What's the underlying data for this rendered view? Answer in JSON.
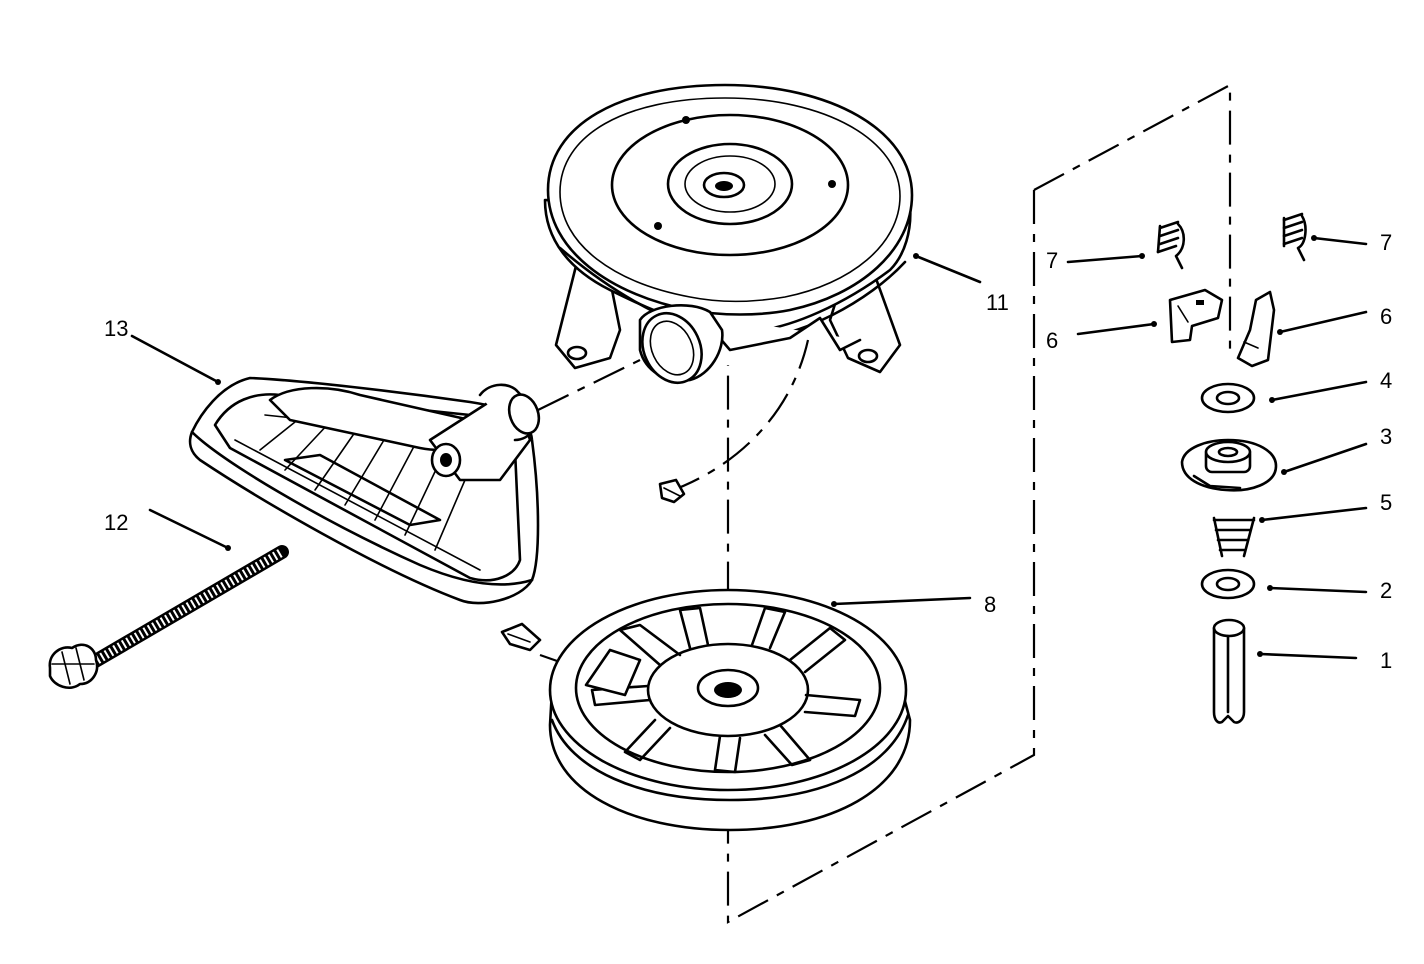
{
  "diagram": {
    "parts": [
      {
        "id": "part-1",
        "number": "1",
        "component": "pin"
      },
      {
        "id": "part-2",
        "number": "2",
        "component": "washer"
      },
      {
        "id": "part-3",
        "number": "3",
        "component": "retainer"
      },
      {
        "id": "part-4",
        "number": "4",
        "component": "washer"
      },
      {
        "id": "part-5",
        "number": "5",
        "component": "spring"
      },
      {
        "id": "part-6a",
        "number": "6",
        "component": "pawl"
      },
      {
        "id": "part-6b",
        "number": "6",
        "component": "pawl"
      },
      {
        "id": "part-7a",
        "number": "7",
        "component": "spring"
      },
      {
        "id": "part-7b",
        "number": "7",
        "component": "spring"
      },
      {
        "id": "part-8",
        "number": "8",
        "component": "pulley"
      },
      {
        "id": "part-11",
        "number": "11",
        "component": "housing"
      },
      {
        "id": "part-12",
        "number": "12",
        "component": "rope"
      },
      {
        "id": "part-13",
        "number": "13",
        "component": "handle"
      }
    ],
    "colors": {
      "line": "#000000",
      "background": "#ffffff"
    }
  }
}
